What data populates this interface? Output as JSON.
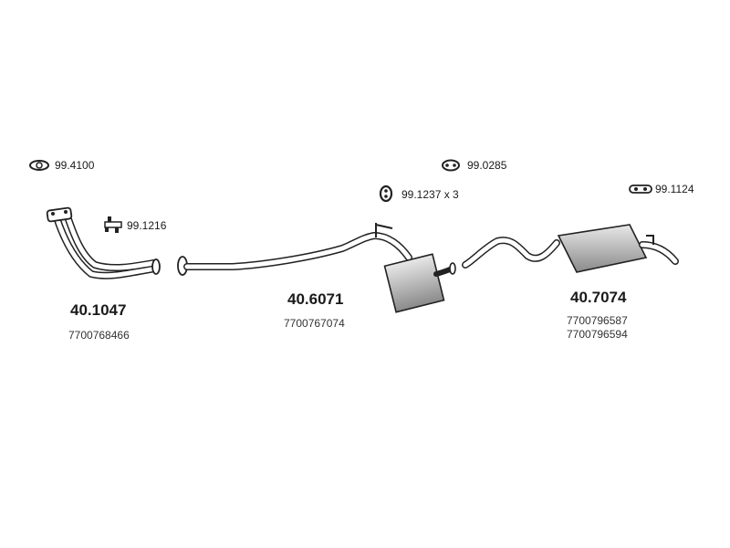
{
  "accessories": [
    {
      "id": "gasket",
      "code": "99.4100",
      "icon": "ring-gasket-icon"
    },
    {
      "id": "clamp",
      "code": "99.1216",
      "icon": "bolt-clamp-icon"
    },
    {
      "id": "hanger-ring",
      "code": "99.0285",
      "icon": "oval-hanger-icon"
    },
    {
      "id": "rubber-mount",
      "code": "99.1237 x 3",
      "icon": "rubber-mount-icon"
    },
    {
      "id": "strap",
      "code": "99.1124",
      "icon": "strap-hanger-icon"
    }
  ],
  "parts": [
    {
      "id": "front-pipe",
      "number": "40.1047",
      "oem": [
        "7700768466"
      ]
    },
    {
      "id": "center-section",
      "number": "40.6071",
      "oem": [
        "7700767074"
      ]
    },
    {
      "id": "rear-silencer",
      "number": "40.7074",
      "oem": [
        "7700796587",
        "7700796594"
      ]
    }
  ],
  "colors": {
    "line": "#222222",
    "fill": "#ffffff",
    "shade": "#9a9a9a",
    "text": "#1a1a1a"
  }
}
